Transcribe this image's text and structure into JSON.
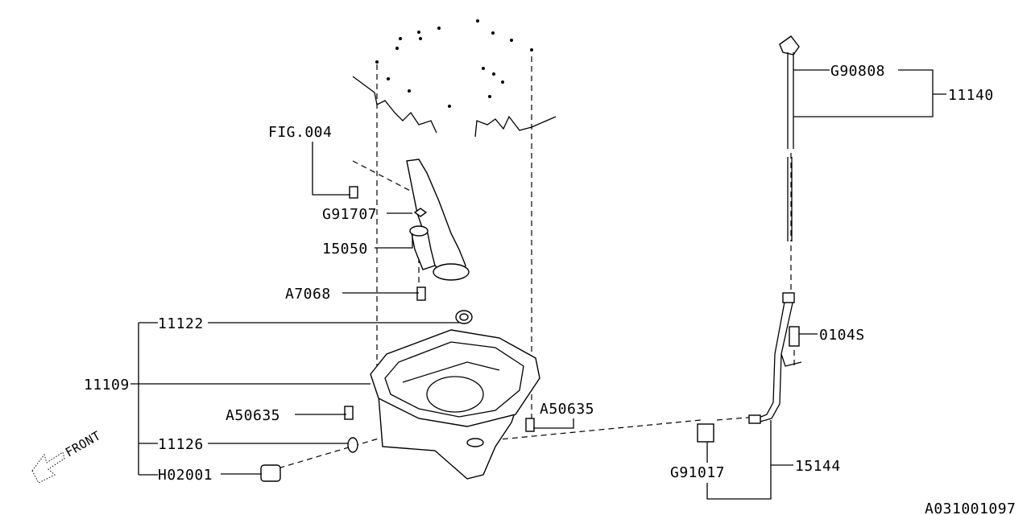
{
  "diagram": {
    "figure_code": "A031001097",
    "front_indicator": "FRONT",
    "labels": {
      "fig_ref": "FIG.004",
      "g91707": "G91707",
      "p15050": "15050",
      "a7068": "A7068",
      "p11122": "11122",
      "p11109": "11109",
      "a50635_left": "A50635",
      "a50635_right": "A50635",
      "p11126": "11126",
      "h02001": "H02001",
      "g90808": "G90808",
      "p11140": "11140",
      "p0104s": "0104S",
      "g91017": "G91017",
      "p15144": "15144"
    }
  }
}
